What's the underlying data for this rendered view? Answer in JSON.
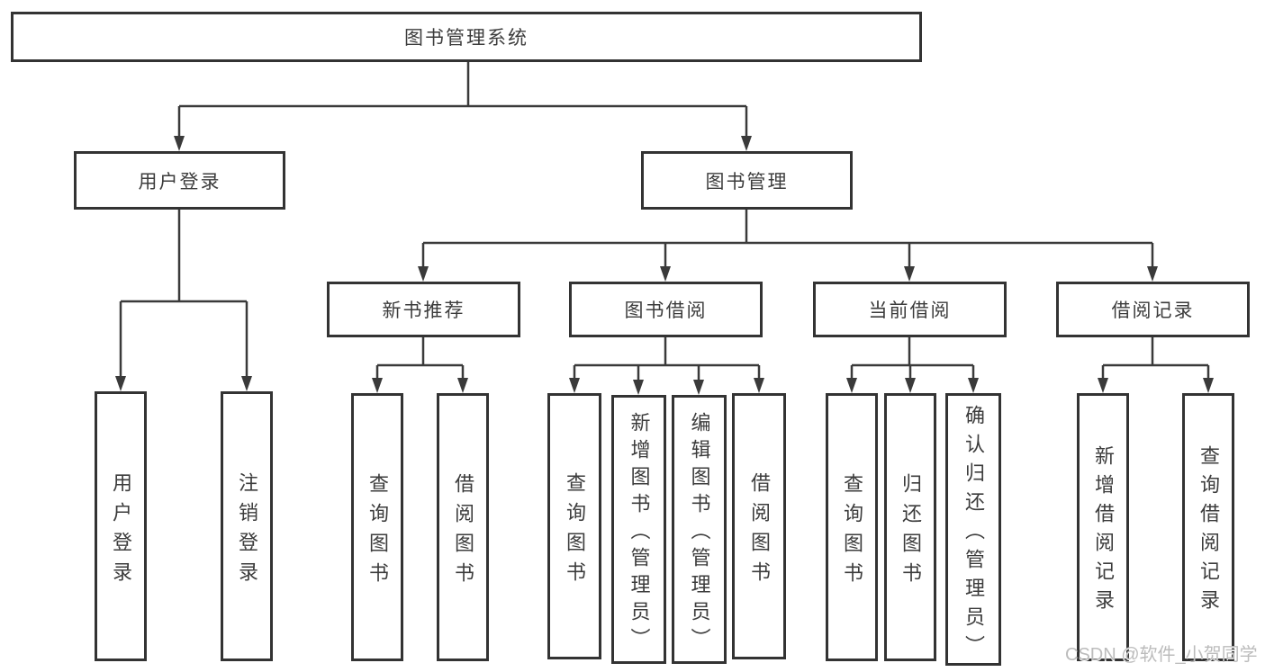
{
  "diagram_title": "图书管理系统",
  "tree": {
    "label": "图书管理系统",
    "children": [
      {
        "label": "用户登录",
        "children": [
          {
            "label": "用户登录"
          },
          {
            "label": "注销登录"
          }
        ]
      },
      {
        "label": "图书管理",
        "children": [
          {
            "label": "新书推荐",
            "children": [
              {
                "label": "查询图书"
              },
              {
                "label": "借阅图书"
              }
            ]
          },
          {
            "label": "图书借阅",
            "children": [
              {
                "label": "查询图书"
              },
              {
                "label": "新增图书（管理员）"
              },
              {
                "label": "编辑图书（管理员）"
              },
              {
                "label": "借阅图书"
              }
            ]
          },
          {
            "label": "当前借阅",
            "children": [
              {
                "label": "查询图书"
              },
              {
                "label": "归还图书"
              },
              {
                "label": "确认归还（管理员）"
              }
            ]
          },
          {
            "label": "借阅记录",
            "children": [
              {
                "label": "新增借阅记录"
              },
              {
                "label": "查询借阅记录"
              }
            ]
          }
        ]
      }
    ]
  },
  "watermark": {
    "text": "CSDN @软件_小贺同学"
  },
  "colors": {
    "box_border": "#333333",
    "connector_line": "#3a3a3a",
    "text": "#3c3c3c",
    "watermark": "#bcbcbc",
    "background": "#ffffff"
  }
}
